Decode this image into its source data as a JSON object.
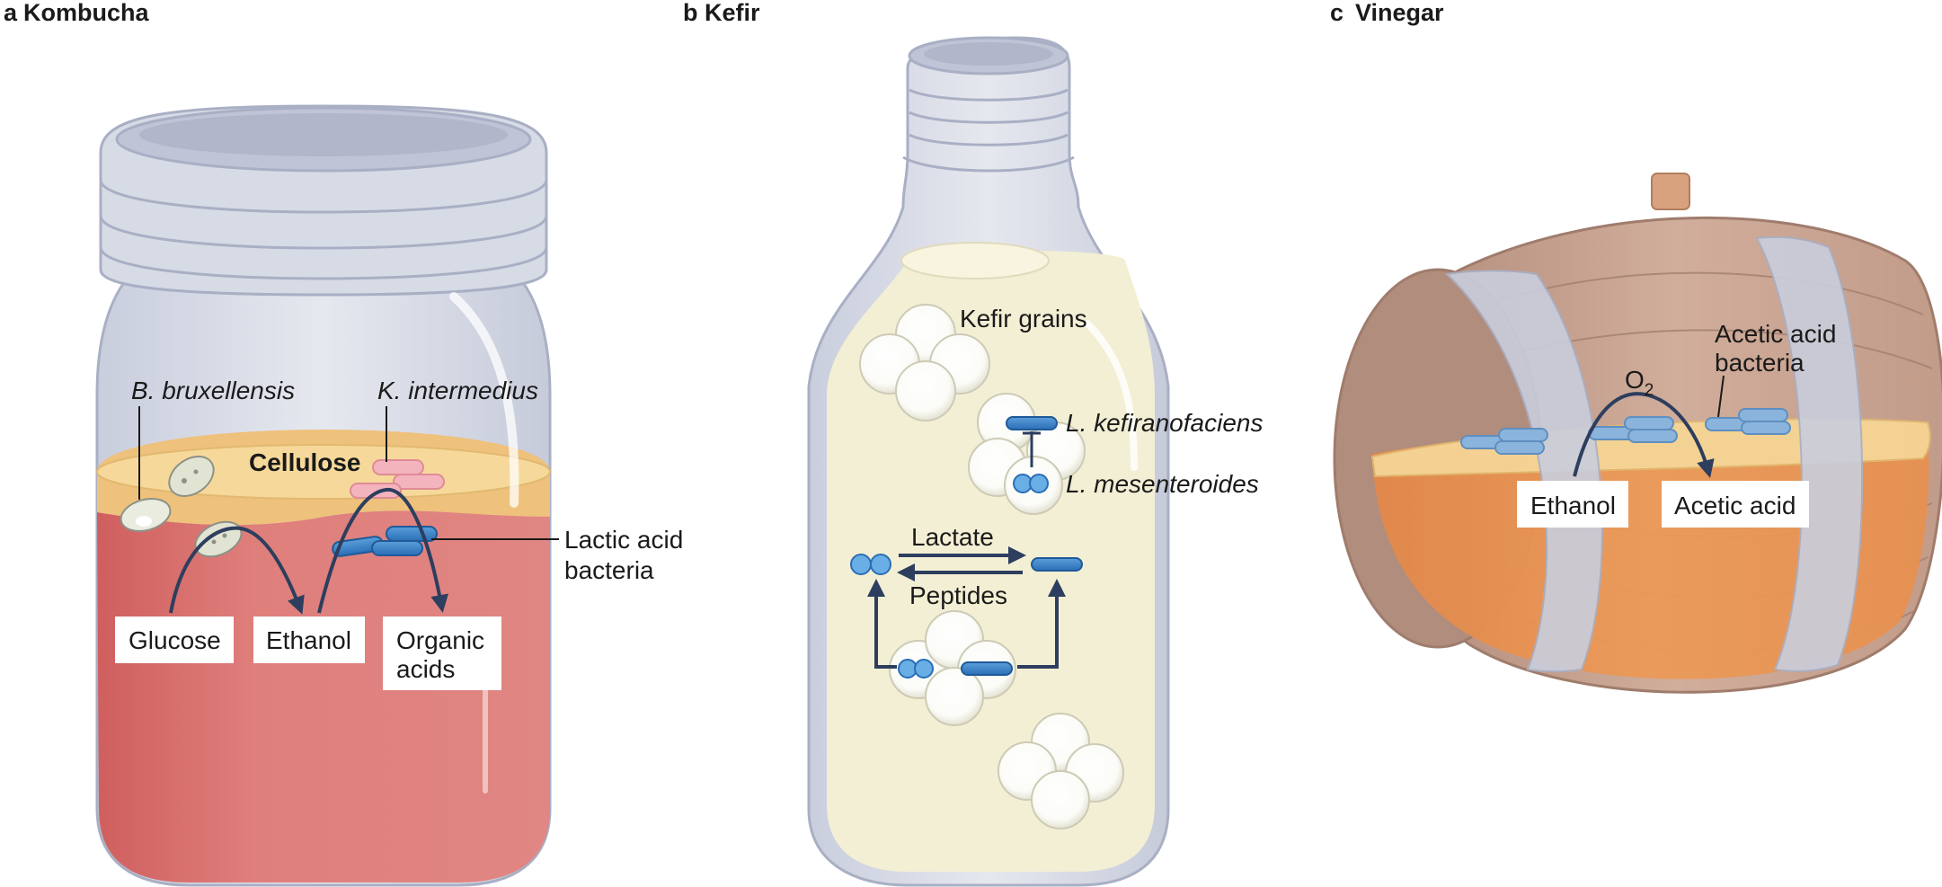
{
  "figure": {
    "panels": [
      {
        "letter": "a",
        "title": "Kombucha"
      },
      {
        "letter": "b",
        "title": "Kefir"
      },
      {
        "letter": "c",
        "title": "Vinegar"
      }
    ]
  },
  "kombucha": {
    "organism_1": "B. bruxellensis",
    "organism_2": "K. intermedius",
    "layer_label": "Cellulose",
    "bacteria_label_line1": "Lactic acid",
    "bacteria_label_line2": "bacteria",
    "box_glucose": "Glucose",
    "box_ethanol": "Ethanol",
    "box_organic_line1": "Organic",
    "box_organic_line2": "acids"
  },
  "kefir": {
    "grains_label": "Kefir grains",
    "species_1": "L. kefiranofaciens",
    "species_2": "L. mesenteroides",
    "lactate_label": "Lactate",
    "peptides_label": "Peptides"
  },
  "vinegar": {
    "bacteria_label_line1": "Acetic acid",
    "bacteria_label_line2": "bacteria",
    "oxygen_base": "O",
    "oxygen_subscript": "2",
    "box_ethanol": "Ethanol",
    "box_acetic": "Acetic acid"
  },
  "colors": {
    "arrow": "#2d3e5e",
    "kombucha_liquid": "#df7f7c",
    "cellulose_layer": "#f6d99a",
    "kefir_liquid": "#f3efd4",
    "vinegar_liquid": "#e9944f",
    "barrel_wood": "#c9a18e",
    "lactic_bacteria": "#2f77c0",
    "pink_bacteria": "#f4b4bd",
    "acetic_bacteria": "#8ab4dc"
  }
}
